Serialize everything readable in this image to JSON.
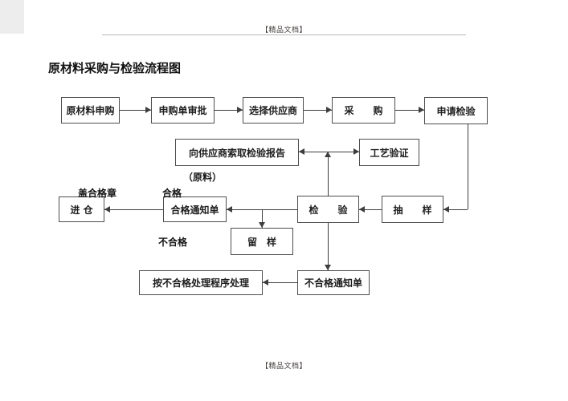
{
  "header": {
    "badge": "【精品文档】"
  },
  "footer": {
    "badge": "【精品文档】"
  },
  "title": "原材料采购与检验流程图",
  "flowchart": {
    "nodes": {
      "apply": "原材料申购",
      "approve": "申购单审批",
      "select_supplier": "选择供应商",
      "purchase": "采　　购",
      "request_inspection": "申请检验",
      "obtain_report": "向供应商索取检验报告",
      "process_validation": "工艺验证",
      "warehouse": "进 仓",
      "qualified_notice": "合格通知单",
      "inspection": "检　　验",
      "sampling": "抽　　样",
      "retain_sample": "留　样",
      "handle_nonconforming": "按不合格处理程序处理",
      "nonconforming_notice": "不合格通知单"
    },
    "labels": {
      "stamp": "盖合格章",
      "qualified": "合格",
      "raw_material": "（原料）",
      "unqualified": "不合格"
    }
  },
  "colors": {
    "line": "#3d3d3d",
    "box_border": "#4d4d4d",
    "badge_text": "#3f3a38",
    "page_background": "#ffffff"
  }
}
